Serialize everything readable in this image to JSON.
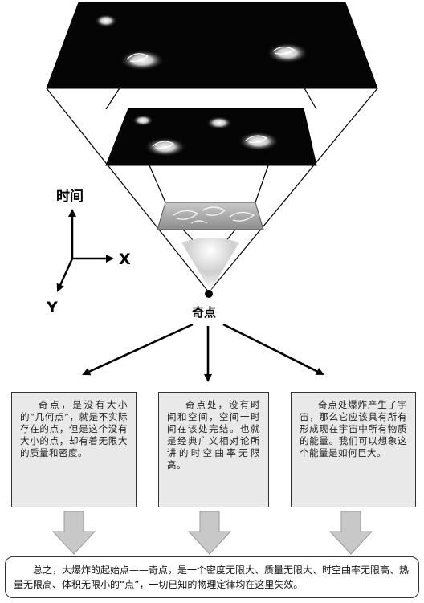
{
  "labels": {
    "time_axis": "时间",
    "x_axis": "X",
    "y_axis": "Y",
    "singularity": "奇点"
  },
  "boxes": {
    "left": "奇点，是没有大小的“几何点”，就是不实际存在的点，但是这个没有大小的点，却有着无限大的质量和密度。",
    "middle": "奇点处，没有时间和空间，空间一时间在该处完结。也就是经典广义相对论所讲的时空曲率无限高。",
    "right": "奇点处爆炸产生了宇宙，那么它应该具有所有形成现在宇宙中所有物质的能量。我们可以想象这个能量是如何巨大。"
  },
  "summary": "总之，大爆炸的起始点——奇点，是一个密度无限大、质量无限大、时空曲率无限高、热量无限高、体积无限小的“点”，一切已知的物理定律均在这里失效。",
  "colors": {
    "panel": "#050505",
    "galaxy": "#ffffff",
    "box_fill": "#e9e9e9",
    "down_arrow": "#c8c8c8"
  }
}
